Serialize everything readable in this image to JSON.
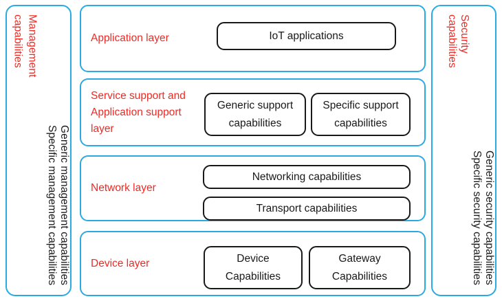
{
  "colors": {
    "frame_blue": "#29abe2",
    "label_red": "#ee2a24",
    "box_black": "#17181a",
    "background": "#ffffff"
  },
  "left_panel": {
    "title_line1": "Management",
    "title_line2": "capabilities",
    "items": [
      "Generic management capabilities",
      "Specific management capabilities"
    ]
  },
  "right_panel": {
    "title_line1": "Security",
    "title_line2": "capabilities",
    "items": [
      "Generic security capabilities",
      "Specific security capabilities"
    ]
  },
  "layers": [
    {
      "id": "application",
      "label": "Application layer",
      "boxes": [
        {
          "id": "iot-applications",
          "line1": "IoT applications",
          "line2": ""
        }
      ]
    },
    {
      "id": "service",
      "label_line1": "Service support and",
      "label_line2": "Application support",
      "label_line3": "layer",
      "boxes": [
        {
          "id": "generic-support",
          "line1": "Generic support",
          "line2": "capabilities"
        },
        {
          "id": "specific-support",
          "line1": "Specific support",
          "line2": "capabilities"
        }
      ]
    },
    {
      "id": "network",
      "label": "Network layer",
      "boxes": [
        {
          "id": "networking",
          "line1": "Networking capabilities",
          "line2": ""
        },
        {
          "id": "transport",
          "line1": "Transport capabilities",
          "line2": ""
        }
      ]
    },
    {
      "id": "device",
      "label": "Device layer",
      "boxes": [
        {
          "id": "device-capabilities",
          "line1": "Device",
          "line2": "Capabilities"
        },
        {
          "id": "gateway-capabilities",
          "line1": "Gateway",
          "line2": "Capabilities"
        }
      ]
    }
  ]
}
